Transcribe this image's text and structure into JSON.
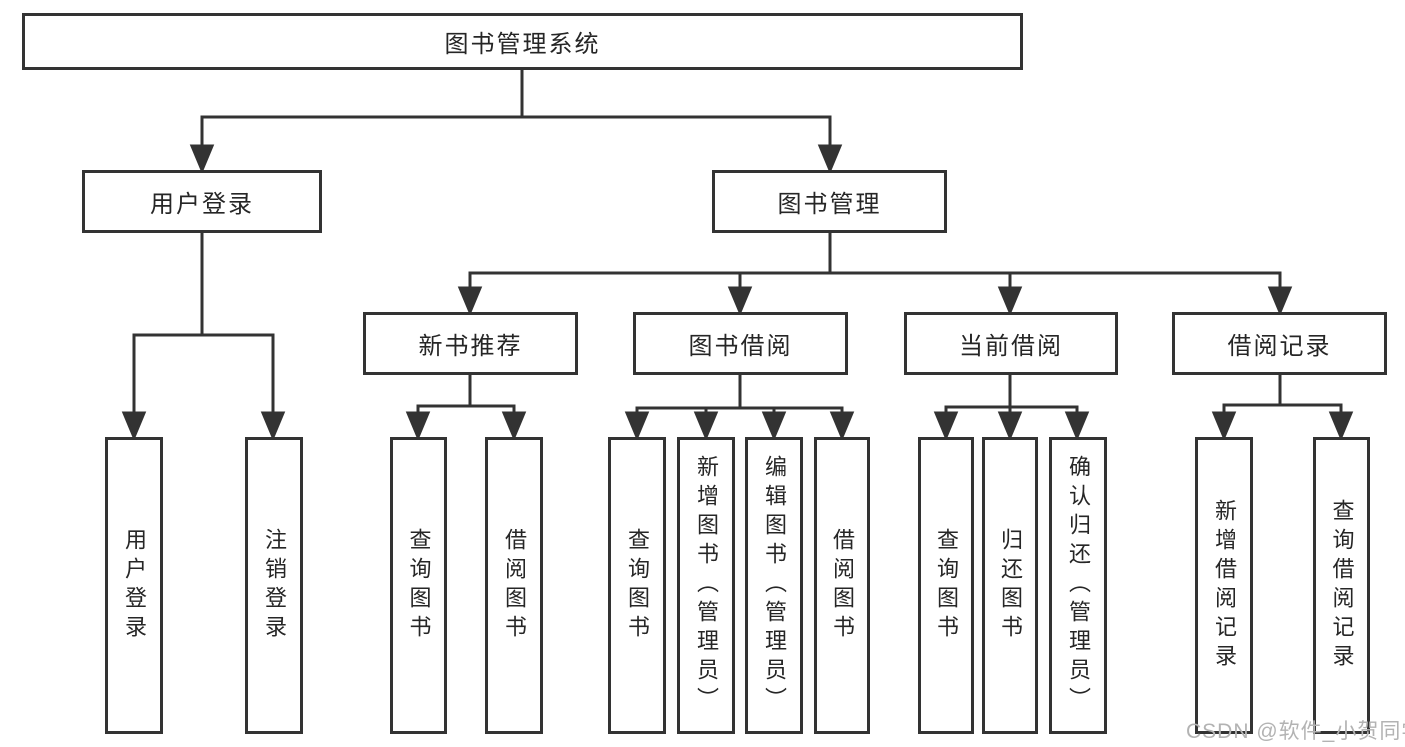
{
  "diagram": {
    "root": {
      "label": "图书管理系统"
    },
    "branches": [
      {
        "label": "用户登录",
        "leaves": [
          {
            "label": "用户登录"
          },
          {
            "label": "注销登录"
          }
        ]
      },
      {
        "label": "图书管理",
        "sections": [
          {
            "label": "新书推荐",
            "leaves": [
              {
                "label": "查询图书"
              },
              {
                "label": "借阅图书"
              }
            ]
          },
          {
            "label": "图书借阅",
            "leaves": [
              {
                "label": "查询图书"
              },
              {
                "label": "新增图书（管理员）"
              },
              {
                "label": "编辑图书（管理员）"
              },
              {
                "label": "借阅图书"
              }
            ]
          },
          {
            "label": "当前借阅",
            "leaves": [
              {
                "label": "查询图书"
              },
              {
                "label": "归还图书"
              },
              {
                "label": "确认归还（管理员）"
              }
            ]
          },
          {
            "label": "借阅记录",
            "leaves": [
              {
                "label": "新增借阅记录"
              },
              {
                "label": "查询借阅记录"
              }
            ]
          }
        ]
      }
    ]
  },
  "watermark": {
    "text": "CSDN @软件_小贺同学"
  },
  "colors": {
    "line": "#333333",
    "box_border": "#333333",
    "text": "#262626",
    "watermark": "#b3b3b3",
    "background": "#ffffff"
  }
}
